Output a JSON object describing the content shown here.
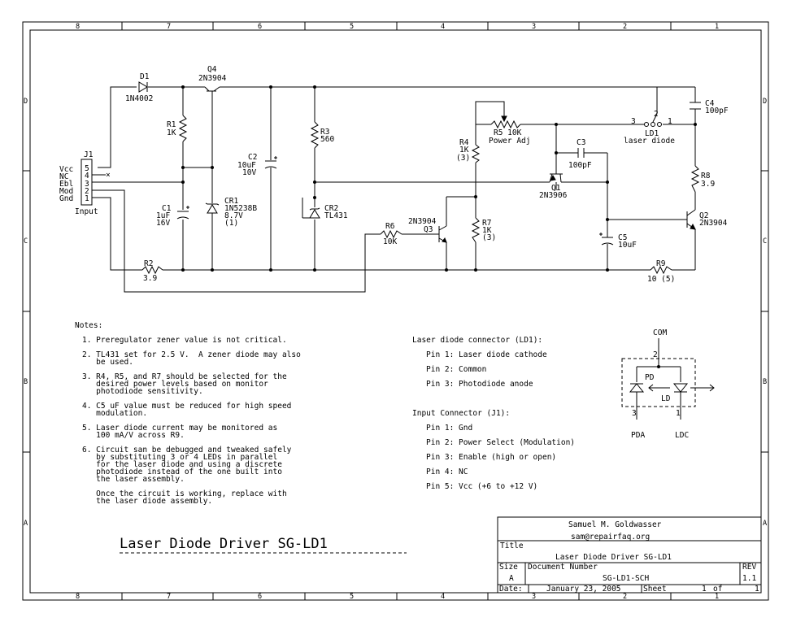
{
  "zones": {
    "top": [
      "8",
      "7",
      "6",
      "5",
      "4",
      "3",
      "2",
      "1"
    ],
    "bottom": [
      "8",
      "7",
      "6",
      "5",
      "4",
      "3",
      "2",
      "1"
    ],
    "left": [
      "D",
      "C",
      "B",
      "A"
    ],
    "right": [
      "D",
      "C",
      "B",
      "A"
    ]
  },
  "components": {
    "d1": {
      "ref": "D1",
      "part": "1N4002"
    },
    "q4": {
      "ref": "Q4",
      "part": "2N3904"
    },
    "r1": {
      "ref": "R1",
      "value": "1K"
    },
    "c2": {
      "ref": "C2",
      "value": "10uF",
      "volt": "10V"
    },
    "r3": {
      "ref": "R3",
      "value": "560"
    },
    "r4": {
      "ref": "R4",
      "value": "1K",
      "note": "(3)"
    },
    "r5": {
      "ref": "R5 10K",
      "label": "Power Adj"
    },
    "ld1": {
      "ref": "LD1",
      "label": "laser diode",
      "p3": "3",
      "p2": "2",
      "p1": "1"
    },
    "c4": {
      "ref": "C4",
      "value": "100pF"
    },
    "c3": {
      "ref": "C3",
      "value": "100pF"
    },
    "r8": {
      "ref": "R8",
      "value": "3.9"
    },
    "j1": {
      "ref": "J1",
      "pins": [
        "Vcc",
        "NC",
        "Ebl",
        "Mod",
        "Gnd"
      ],
      "nums": [
        "5",
        "4",
        "3",
        "2",
        "1"
      ],
      "label": "Input",
      "nc_mark": "×"
    },
    "c1": {
      "ref": "C1",
      "value": "1uF",
      "volt": "16V"
    },
    "cr1": {
      "ref": "CR1",
      "part": "1N5238B",
      "volt": "8.7V",
      "note": "(1)"
    },
    "cr2": {
      "ref": "CR2",
      "part": "TL431"
    },
    "q1": {
      "ref": "Q1",
      "part": "2N3906"
    },
    "q3": {
      "ref": "Q3",
      "part": "2N3904"
    },
    "r6": {
      "ref": "R6",
      "value": "10K"
    },
    "r7": {
      "ref": "R7",
      "value": "1K",
      "note": "(3)"
    },
    "q2": {
      "ref": "Q2",
      "part": "2N3904"
    },
    "c5": {
      "ref": "C5",
      "value": "10uF"
    },
    "r2": {
      "ref": "R2",
      "value": "3.9"
    },
    "r9": {
      "ref": "R9",
      "value": "10 (5)"
    }
  },
  "notes": {
    "title": "Notes:",
    "lines": [
      "1. Preregulator zener value is not critical.",
      "2. TL431 set for 2.5 V.  A zener diode may also",
      "   be used.",
      "3. R4, R5, and R7 should be selected for the",
      "   desired power levels based on monitor",
      "   photodiode sensitivity.",
      "4. C5 uF value must be reduced for high speed",
      "   modulation.",
      "5. Laser diode current may be monitored as",
      "   100 mA/V across R9.",
      "6. Circuit san be debugged and tweaked safely",
      "   by substituting 3 or 4 LEDs in parallel",
      "   for the laser diode and using a discrete",
      "   photodiode instead of the one built into",
      "   the laser assembly.",
      "   Once the circuit is working, replace with",
      "   the laser diode assembly."
    ]
  },
  "ld_connector": {
    "title": "Laser diode connector (LD1):",
    "pins": [
      "Pin 1: Laser diode cathode",
      "Pin 2: Common",
      "Pin 3: Photodiode anode"
    ]
  },
  "input_connector": {
    "title": "Input Connector (J1):",
    "pins": [
      "Pin 1: Gnd",
      "Pin 2: Power Select (Modulation)",
      "Pin 3: Enable (high or open)",
      "Pin 4: NC",
      "Pin 5: Vcc (+6 to +12 V)"
    ]
  },
  "ld_diagram": {
    "com": "COM",
    "pin2": "2",
    "pd": "PD",
    "ld": "LD",
    "pin3": "3",
    "pin1": "1",
    "pda": "PDA",
    "ldc": "LDC"
  },
  "big_title": "Laser Diode Driver SG-LD1",
  "title_block": {
    "author": "Samuel M. Goldwasser",
    "email": "sam@repairfaq.org",
    "title_label": "Title",
    "title": "Laser Diode Driver SG-LD1",
    "size_label": "Size",
    "size": "A",
    "docnum_label": "Document Number",
    "docnum": "SG-LD1-SCH",
    "rev_label": "REV",
    "rev": "1.1",
    "date_label": "Date:",
    "date": "January 23, 2005",
    "sheet_label": "Sheet",
    "sheet_num": "1",
    "sheet_of": "of",
    "sheet_total": "1"
  }
}
